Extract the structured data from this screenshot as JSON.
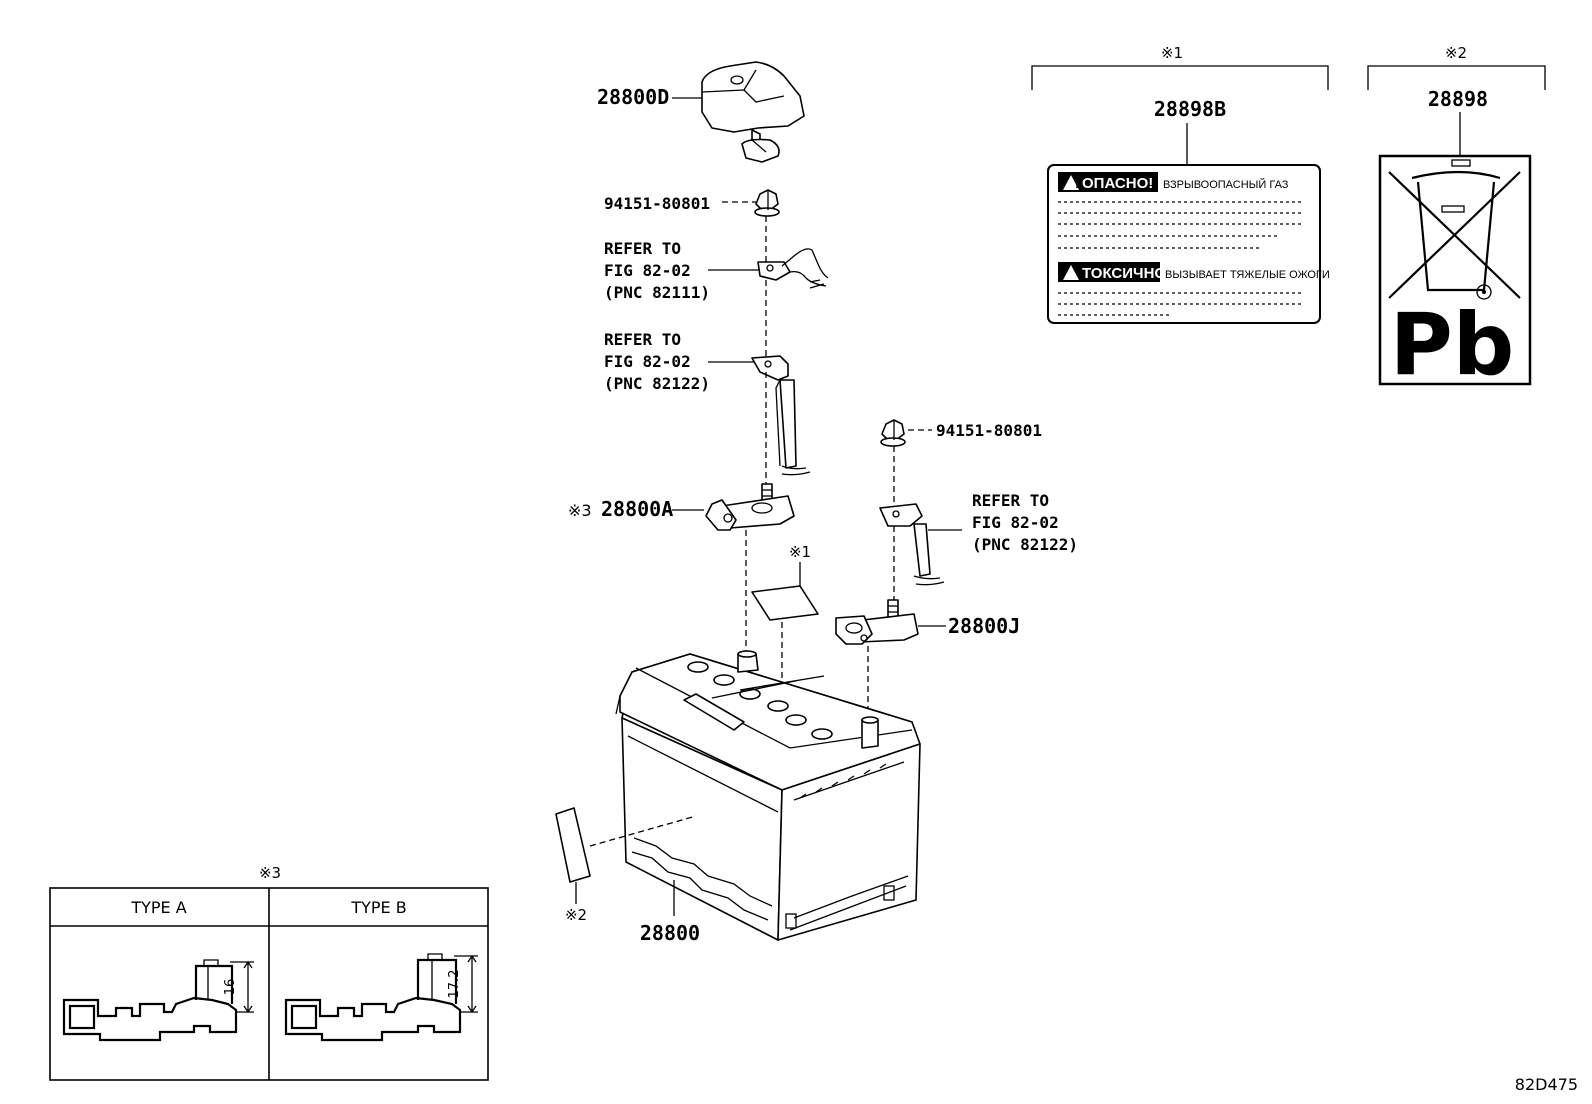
{
  "parts": {
    "cover": "28800D",
    "nut_top": "94151-80801",
    "nut_right": "94151-80801",
    "terminal_pos": "28800A",
    "terminal_neg": "28800J",
    "battery": "28800",
    "label_warning": "28898B",
    "label_recycle": "28898"
  },
  "marks": {
    "note1": "※1",
    "note2": "※2",
    "note3": "※3",
    "terminal_prefix": "※3"
  },
  "refs": {
    "ref1": {
      "line1": "REFER TO",
      "line2": "FIG 82-02",
      "line3": "(PNC 82111)"
    },
    "ref2": {
      "line1": "REFER TO",
      "line2": "FIG 82-02",
      "line3": "(PNC 82122)"
    },
    "ref3": {
      "line1": "REFER TO",
      "line2": "FIG 82-02",
      "line3": "(PNC 82122)"
    }
  },
  "warning_label": {
    "danger": "ОПАСНО!",
    "danger_text": "ВЗРЫВООПАСНЫЙ ГАЗ",
    "toxic": "ТОКСИЧНО",
    "toxic_text": "ВЫЗЫВАЕТ ТЯЖЕЛЫЕ ОЖОГИ"
  },
  "recycle_label": {
    "symbol": "Pb"
  },
  "type_table": {
    "col_a": "TYPE A",
    "col_b": "TYPE B",
    "dim_a": "16",
    "dim_b": "17.2"
  },
  "figure_code": "82D475"
}
